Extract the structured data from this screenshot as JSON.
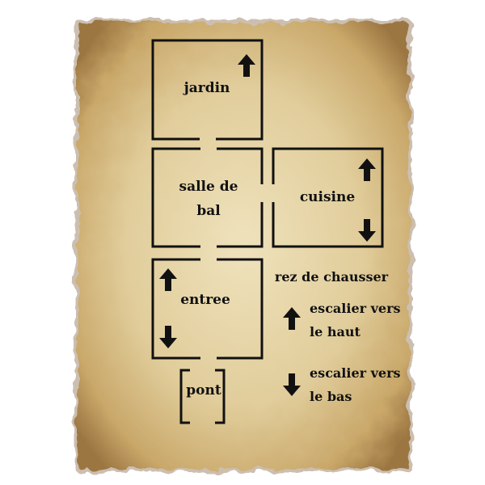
{
  "map": {
    "floor_title": "rez de chausser",
    "rooms": {
      "jardin": "jardin",
      "salle_line1": "salle de",
      "salle_line2": "bal",
      "cuisine": "cuisine",
      "entree": "entree",
      "pont": "pont"
    },
    "legend": {
      "up_line1": "escalier vers",
      "up_line2": "le haut",
      "down_line1": "escalier vers",
      "down_line2": "le bas"
    },
    "icons": {
      "up": "arrow-up-icon",
      "down": "arrow-down-icon"
    }
  }
}
